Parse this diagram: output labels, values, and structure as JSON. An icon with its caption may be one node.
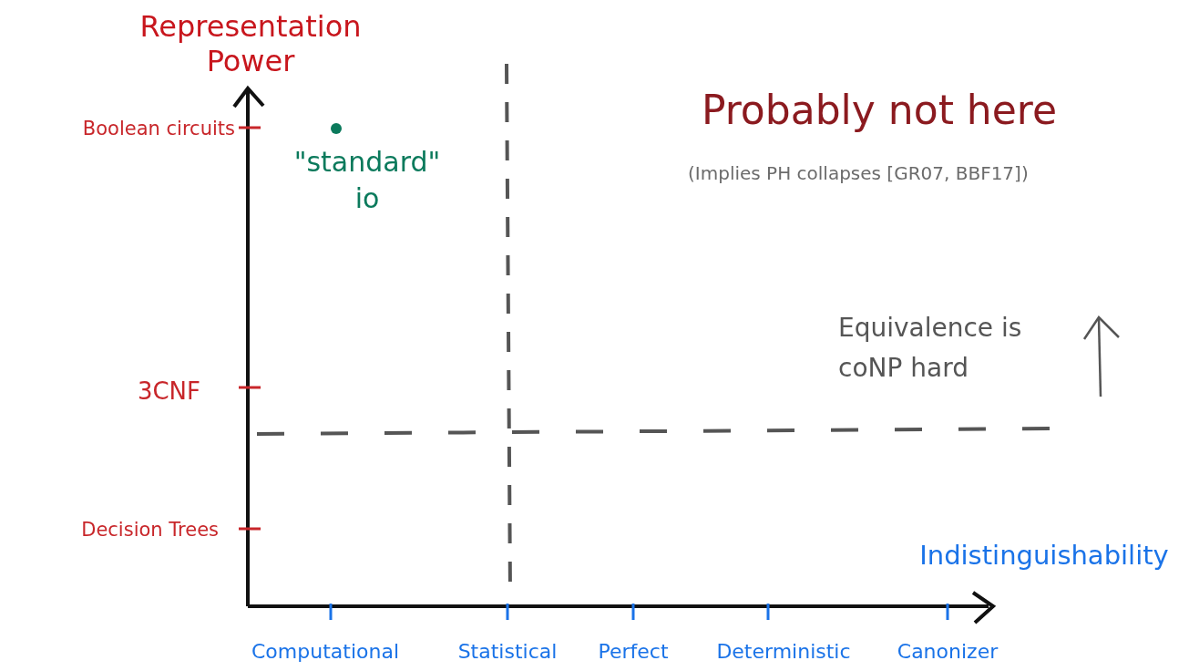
{
  "diagram": {
    "labels": [
      "Representation Power",
      "Boolean circuits",
      "3CNF",
      "Decision Trees",
      "\"standard\" io",
      "Probably not here",
      "(Implies PH collapses [GR07, BBF17])",
      "Equivalence is coNP hard",
      "Indistinguishability",
      "Computational",
      "Statistical",
      "Perfect",
      "Deterministic",
      "Canonizer"
    ]
  }
}
